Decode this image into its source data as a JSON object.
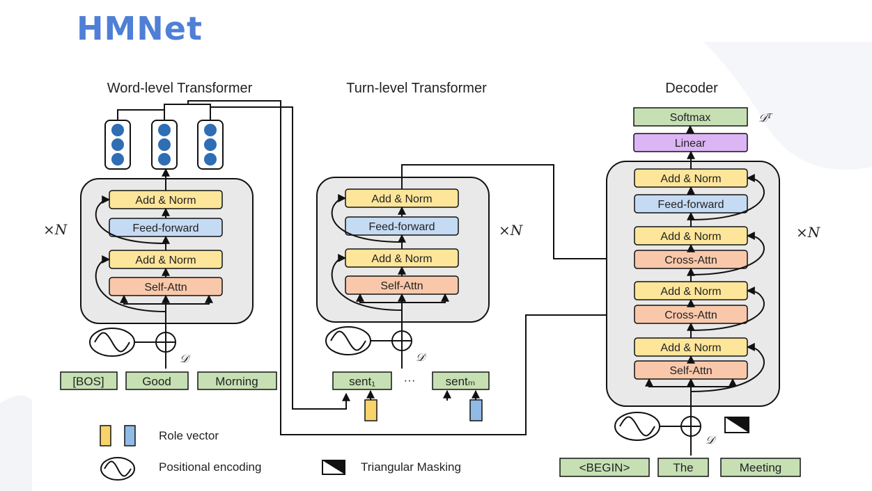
{
  "title": "HMNet",
  "sections": {
    "word": "Word-level Transformer",
    "turn": "Turn-level Transformer",
    "decoder": "Decoder"
  },
  "blocks": {
    "add_norm": "Add & Norm",
    "feed_forward": "Feed-forward",
    "self_attn": "Self-Attn",
    "cross_attn": "Cross-Attn",
    "linear": "Linear",
    "softmax": "Softmax"
  },
  "repeat_label": "×N",
  "dataset_symbol": "𝒟",
  "dataset_symbol_transposed": "𝒟ᵀ",
  "word_tokens": [
    "[BOS]",
    "Good",
    "Morning"
  ],
  "turn_tokens": [
    "sent₁",
    "sentₘ"
  ],
  "ellipsis": "···",
  "decoder_tokens": [
    "<BEGIN>",
    "The",
    "Meeting"
  ],
  "legend": {
    "role_vector": "Role vector",
    "positional_encoding": "Positional encoding",
    "triangular_masking": "Triangular Masking"
  },
  "colors": {
    "title": "#4f7fd6",
    "add_norm": "#fde69a",
    "feed_forward": "#c5dbf3",
    "attention": "#f9c8aa",
    "linear": "#dcb5f5",
    "token": "#c6e0b4",
    "role_yellow": "#f8d36a",
    "role_blue": "#8fbbe6",
    "embedding_dot": "#2f6db4",
    "container": "#e9e9e9"
  }
}
